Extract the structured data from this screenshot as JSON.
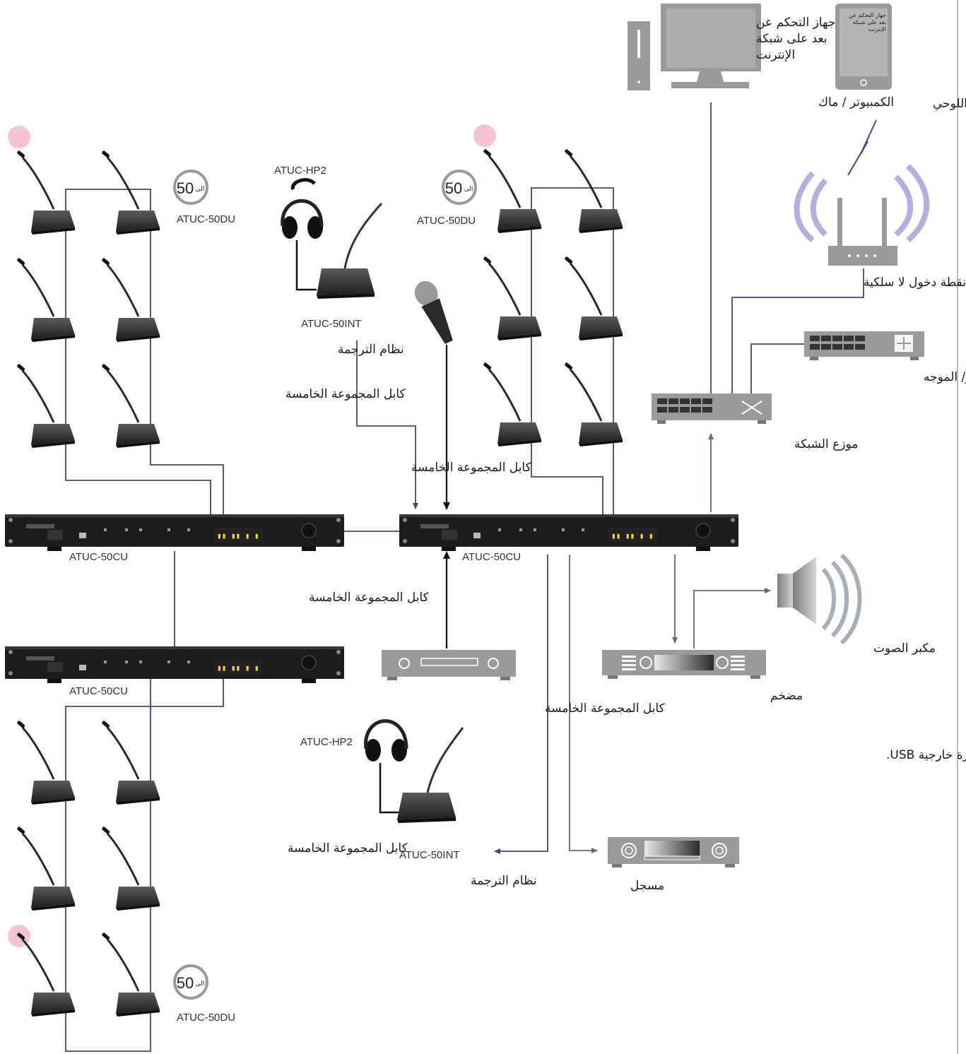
{
  "colors": {
    "cable": "#4a3f8f",
    "arrow": "#5c6b7a",
    "black_line": "#111111",
    "wifi_wave": "#b6aede",
    "device_grey": "#9a9a9a",
    "rack_dark": "#1c1c1c",
    "tally_light": "#f2a9c4"
  },
  "labels": {
    "atuc_50du": "ATUC-50DU",
    "upto_50": "50",
    "upto_prefix": "الى",
    "atuc_hp2": "ATUC-HP2",
    "atuc_50int": "ATUC-50INT",
    "atuc_50cu": "ATUC-50CU",
    "interpretation": "نظام الترجمة",
    "cat5_cable": "كابل المجموعة الخامسة",
    "pc_mac": "الكمبيوتر / ماك",
    "tablet": "الكمبيوتر اللوحي",
    "web_remote_screen": "جهاز التحكم عن بعد على شبكة الإنترنت",
    "web_remote_tablet": "جهاز التحكم عن بعد على شبكة الإنترنت",
    "wireless_ap": "نقطة دخول لا سلكية",
    "router": "المسيّر/ الموجه",
    "network_switch": "موزع الشبكة",
    "speaker": "مكبر الصوت",
    "amplifier": "مضخم",
    "usb_recorder": "مسجل صوتي مدمج في أجهزة ذاكرة خارجية USB.",
    "recorder": "مسجل"
  }
}
